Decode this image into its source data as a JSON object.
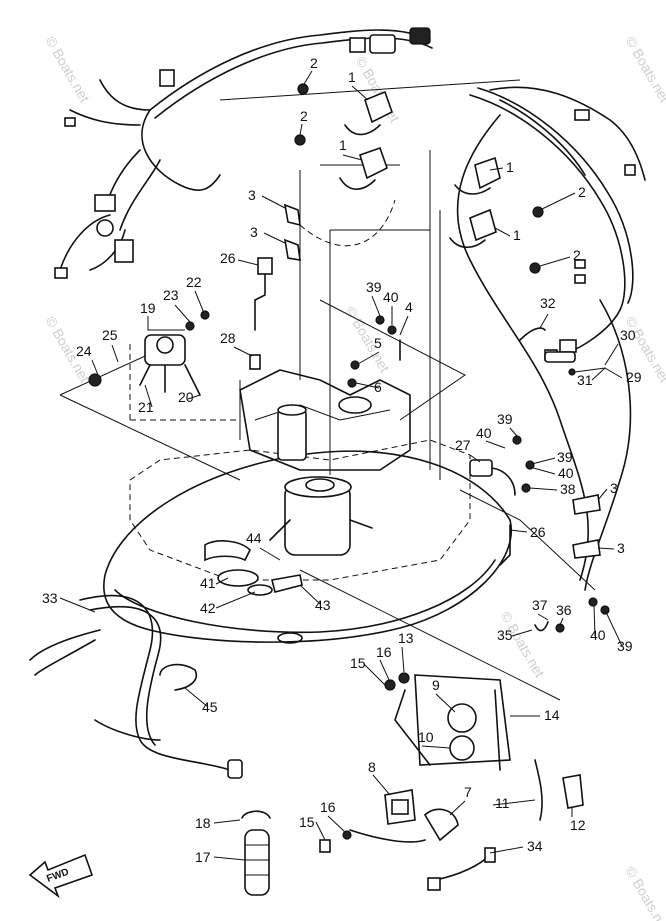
{
  "watermark": "© Boats.net",
  "fwd_label": "FWD",
  "callouts": [
    "1",
    "1",
    "1",
    "1",
    "2",
    "2",
    "2",
    "2",
    "3",
    "3",
    "3",
    "3",
    "4",
    "5",
    "6",
    "7",
    "8",
    "9",
    "10",
    "11",
    "12",
    "13",
    "14",
    "15",
    "15",
    "16",
    "16",
    "17",
    "18",
    "19",
    "20",
    "21",
    "22",
    "23",
    "24",
    "25",
    "26",
    "26",
    "27",
    "28",
    "29",
    "30",
    "31",
    "32",
    "33",
    "34",
    "35",
    "36",
    "37",
    "38",
    "39",
    "39",
    "39",
    "39",
    "40",
    "40",
    "40",
    "40",
    "41",
    "42",
    "43",
    "44",
    "45"
  ]
}
